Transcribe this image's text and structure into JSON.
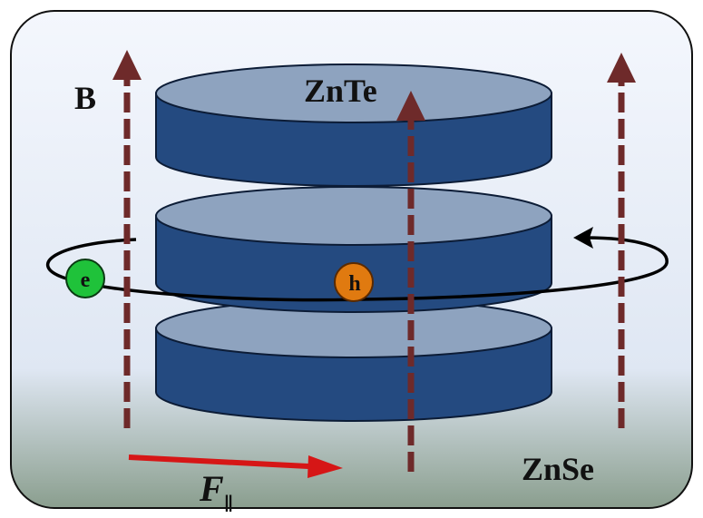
{
  "labels": {
    "b_field": "B",
    "top_material": "ZnTe",
    "bottom_material": "ZnSe",
    "electron": "e",
    "hole": "h",
    "force_symbol": "F",
    "force_subscript": "∥"
  },
  "colors": {
    "panel_top": "#f4f7fd",
    "panel_bottom": "#8a9e8e",
    "disk_side": "#244a80",
    "disk_top": "#8ea3bf",
    "field_arrow": "#6e2a2a",
    "force_arrow": "#d61616",
    "electron": "#1fc23a",
    "hole": "#e07a10",
    "orbit": "#000000"
  },
  "icons": {
    "field_lines": "dashed-arrow-up",
    "force": "arrow-right",
    "orbit": "circular-orbit-arrow"
  }
}
